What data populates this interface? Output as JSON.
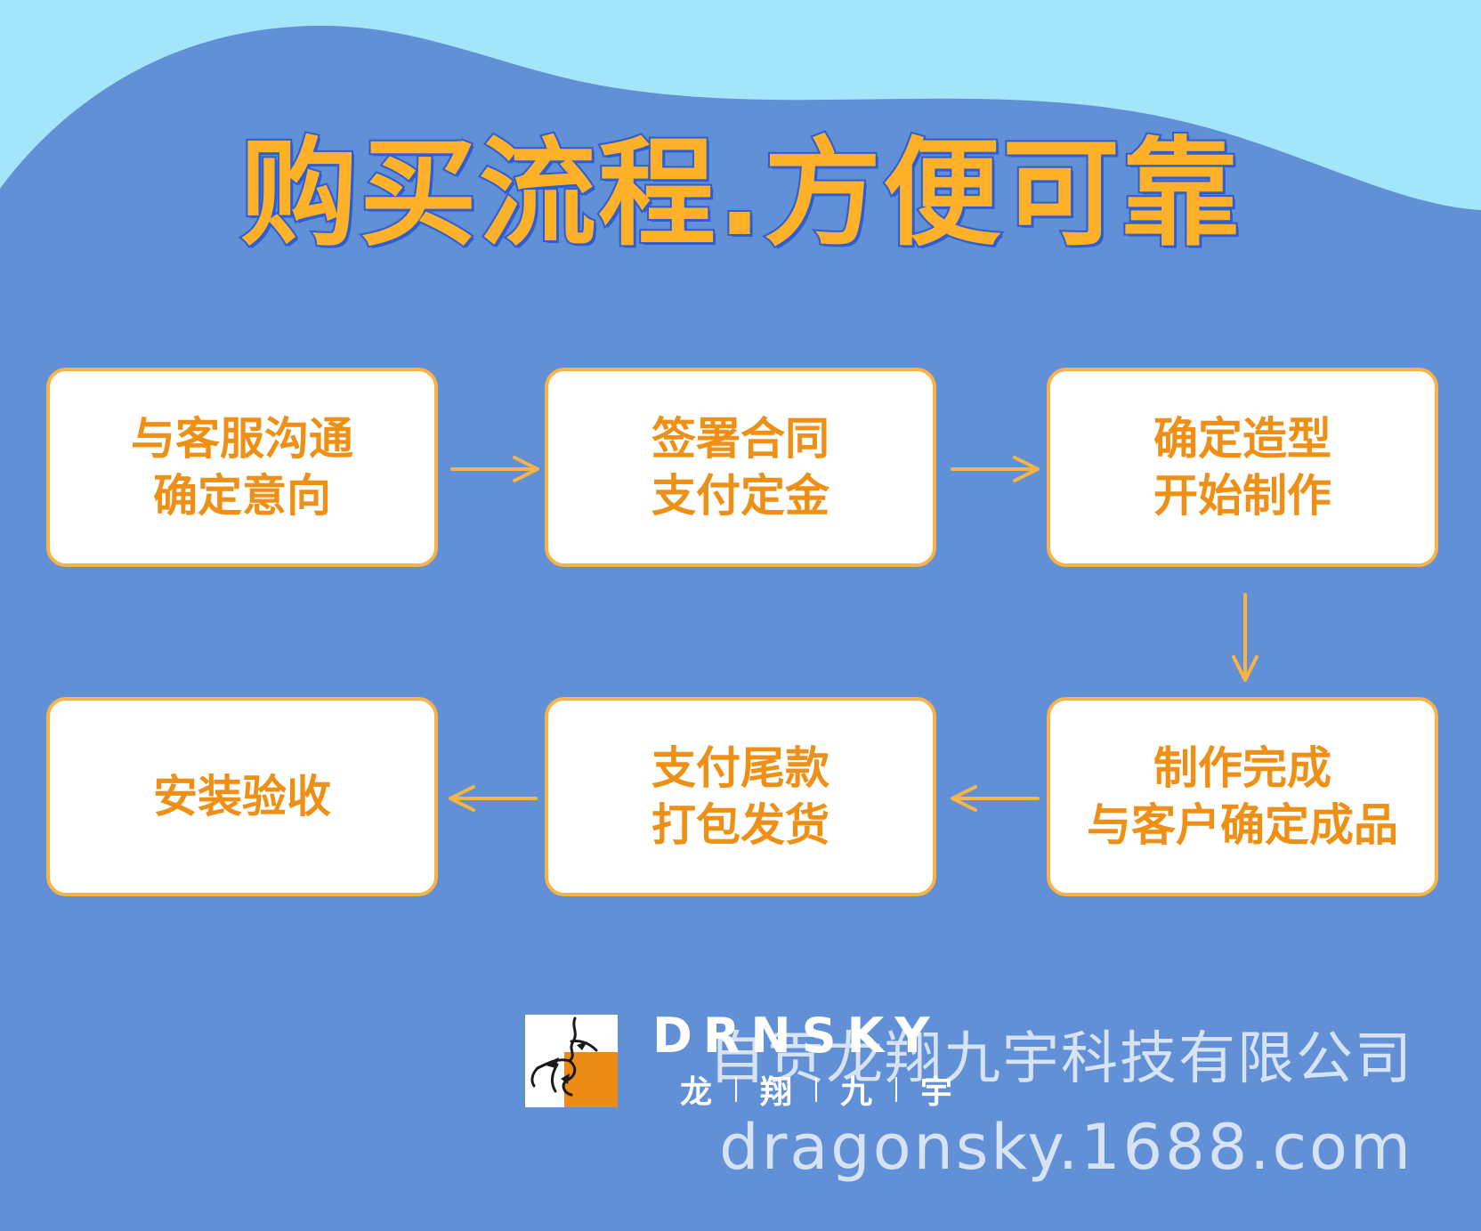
{
  "title": "购买流程.方便可靠",
  "steps": [
    {
      "lines": [
        "与客服沟通",
        "确定意向"
      ]
    },
    {
      "lines": [
        "签署合同",
        "支付定金"
      ]
    },
    {
      "lines": [
        "确定造型",
        "开始制作"
      ]
    },
    {
      "lines": [
        "制作完成",
        "与客户确定成品"
      ]
    },
    {
      "lines": [
        "支付尾款",
        "打包发货"
      ]
    },
    {
      "lines": [
        "安装验收"
      ]
    }
  ],
  "brand": {
    "name_en": "DRNSKY",
    "name_cn": [
      "龙",
      "翔",
      "九",
      "宇"
    ],
    "company": "自贡龙翔九宇科技有限公司",
    "url": "dragonsky.1688.com"
  },
  "colors": {
    "background": "#6190d6",
    "wave": "#a3e6fa",
    "accent": "#f9b347",
    "step_text": "#ee8f16",
    "title_fill": "#ffb12a",
    "title_stroke": "#2f5fd0"
  }
}
